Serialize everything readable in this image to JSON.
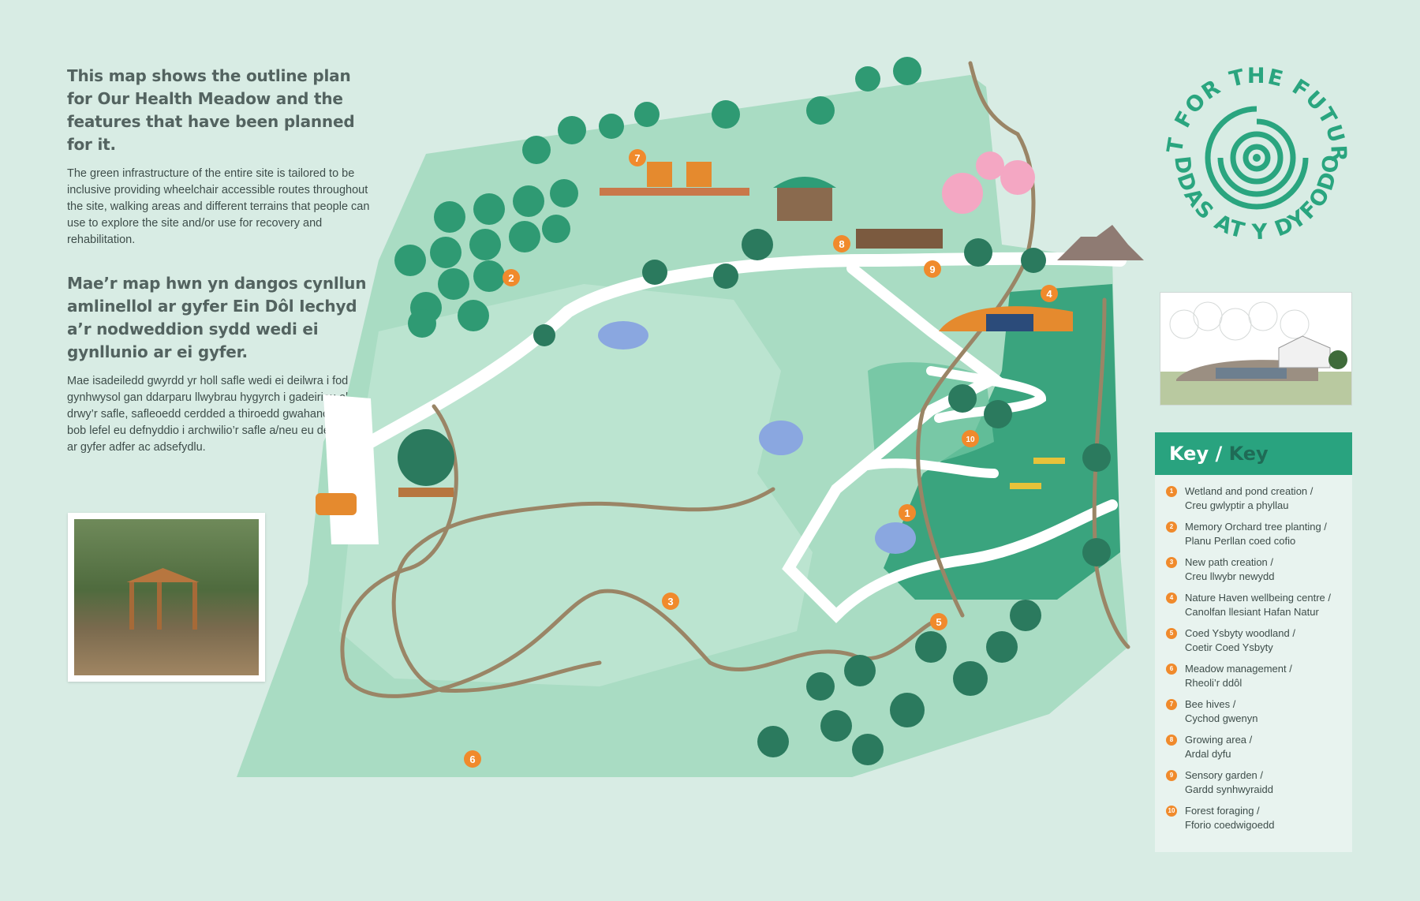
{
  "intro": {
    "heading_en": "This map shows the outline plan for Our Health Meadow and the features that have been planned for it.",
    "body_en": "The green infrastructure of the entire site is tailored to be inclusive providing wheelchair accessible routes throughout the site, walking areas and different terrains that people can use to explore the site and/or use for recovery and rehabilitation.",
    "heading_cy": "Mae’r map hwn yn dangos cynllun amlinellol ar gyfer Ein Dôl Iechyd a’r nodweddion sydd wedi ei gynllunio ar ei gyfer.",
    "body_cy": "Mae isadeiledd gwyrdd yr holl safle wedi ei deilwra i fod yn gynhwysol gan ddarparu llwybrau hygyrch i gadeiriau olwyn drwy’r safle, safleoedd cerdded a thiroedd gwahanol y gall bob lefel eu defnyddio i archwilio’r safle a/neu eu defnyddio ar gyfer adfer ac adsefydlu."
  },
  "badge": {
    "top": "FIT FOR THE FUTURE",
    "bottom": "ADDAS AT Y DYFODOL",
    "color": "#2aa57f"
  },
  "key": {
    "title": "Key",
    "separator": " / ",
    "title_cy": "Key",
    "items": [
      {
        "num": "1",
        "en": "Wetland and pond creation /",
        "cy": "Creu gwlyptir a phyllau"
      },
      {
        "num": "2",
        "en": "Memory Orchard tree planting /",
        "cy": "Planu Perllan coed cofio"
      },
      {
        "num": "3",
        "en": "New path creation /",
        "cy": "Creu llwybr newydd"
      },
      {
        "num": "4",
        "en": "Nature Haven wellbeing centre /",
        "cy": "Canolfan llesiant Hafan Natur"
      },
      {
        "num": "5",
        "en": "Coed Ysbyty woodland /",
        "cy": "Coetir Coed Ysbyty"
      },
      {
        "num": "6",
        "en": "Meadow management /",
        "cy": "Rheoli’r ddôl"
      },
      {
        "num": "7",
        "en": "Bee hives /",
        "cy": "Cychod gwenyn"
      },
      {
        "num": "8",
        "en": "Growing area /",
        "cy": "Ardal dyfu"
      },
      {
        "num": "9",
        "en": "Sensory garden /",
        "cy": "Gardd synhwyraidd"
      },
      {
        "num": "10",
        "en": "Forest foraging /",
        "cy": "Fforio coedwigoedd"
      }
    ]
  },
  "markers": [
    "1",
    "2",
    "3",
    "4",
    "5",
    "6",
    "7",
    "8",
    "9",
    "10"
  ],
  "colors": {
    "background": "#d8ece4",
    "meadow": "#a9dcc3",
    "path": "#ffffff",
    "trail": "#9a8566",
    "accent": "#f08a2c",
    "tree": "#2f9a73"
  }
}
